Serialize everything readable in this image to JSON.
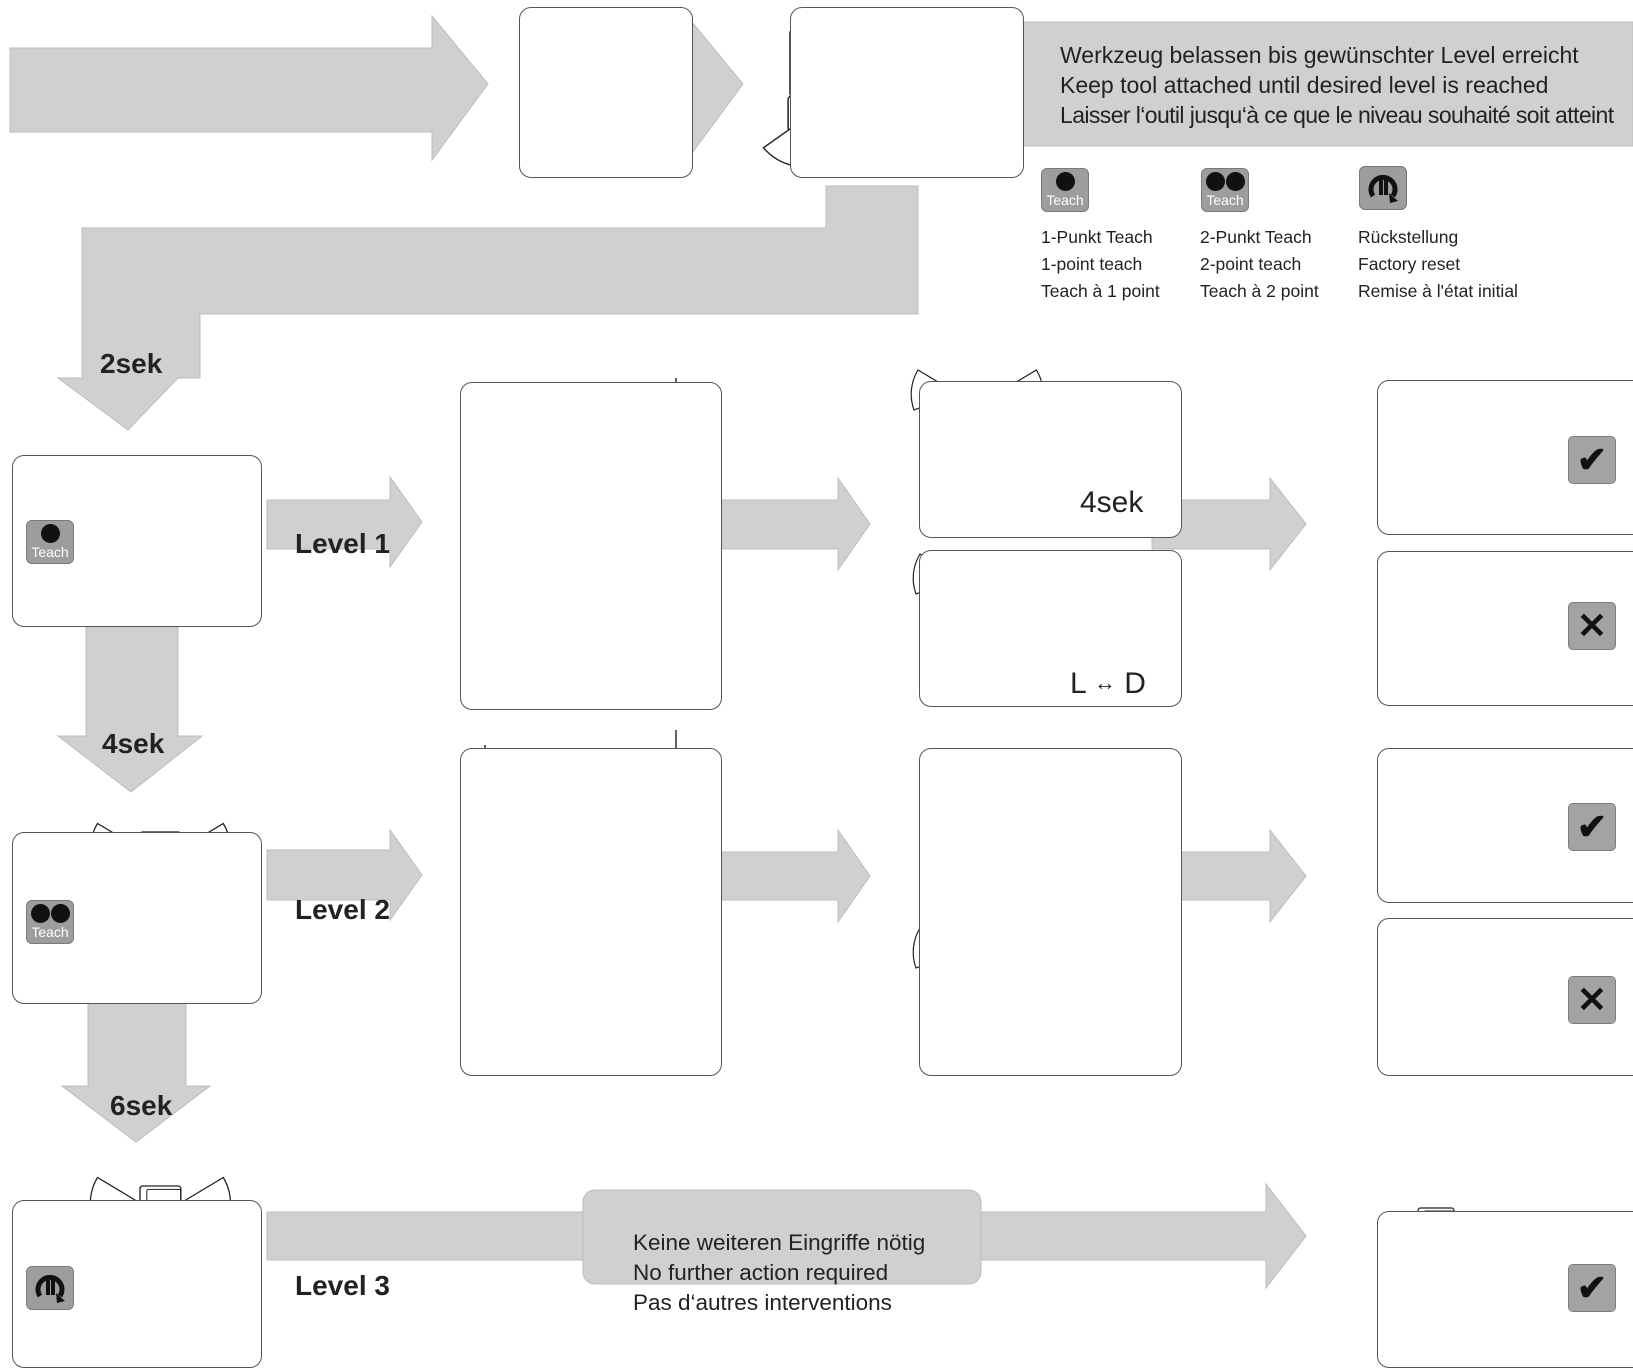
{
  "header": {
    "tool_note_de": "Werkzeug belassen bis gewünschter Level erreicht",
    "tool_note_en": "Keep tool attached until desired level is reached",
    "tool_note_fr": "Laisser l‘outil jusqu‘à ce que le niveau souhaité soit atteint"
  },
  "legend": {
    "teach_button_text": "Teach",
    "one_point": [
      "1-Punkt Teach",
      "1-point teach",
      "Teach à 1 point"
    ],
    "two_point": [
      "2-Punkt Teach",
      "2-point teach",
      "Teach à 2 point"
    ],
    "reset": [
      "Rückstellung",
      "Factory reset",
      "Remise à l'état initial"
    ]
  },
  "durations": {
    "d2": "2sek",
    "d4": "4sek",
    "d6": "6sek"
  },
  "levels": {
    "level1": "Level 1",
    "level2": "Level 2",
    "level3": "Level 3"
  },
  "level1_steps": {
    "hold_time": "4sek",
    "switch_label": "L",
    "switch_label_2": "D"
  },
  "level3_note": {
    "de": "Keine weiteren Eingriffe nötig",
    "en": "No further action required",
    "fr": "Pas d‘autres interventions"
  },
  "status_icons": {
    "ok": "✔",
    "fail": "✕"
  },
  "colors": {
    "arrow_gray": "#d0d0d0",
    "button_gray": "#9d9d9d",
    "outline": "#555555"
  }
}
